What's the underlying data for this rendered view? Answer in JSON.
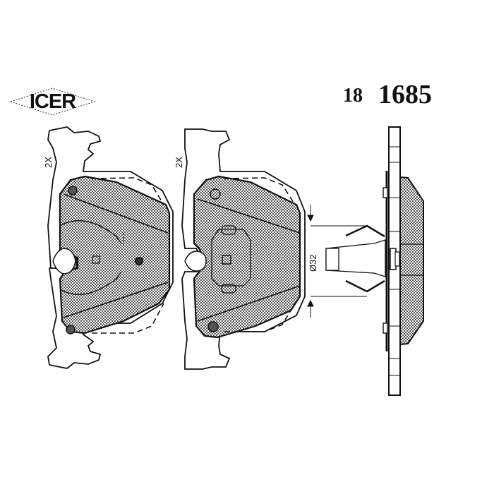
{
  "brand": {
    "name": "ICER"
  },
  "part": {
    "prefix": "18",
    "number": "1685"
  },
  "drawing": {
    "views": [
      {
        "id": "pad-outer",
        "quantity_label": "2X"
      },
      {
        "id": "pad-inner",
        "quantity_label": "2X"
      },
      {
        "id": "side-view"
      }
    ],
    "dimension_label": "Ø32",
    "colors": {
      "line": "#111111",
      "background": "#ffffff",
      "hatch": "#888888"
    }
  }
}
